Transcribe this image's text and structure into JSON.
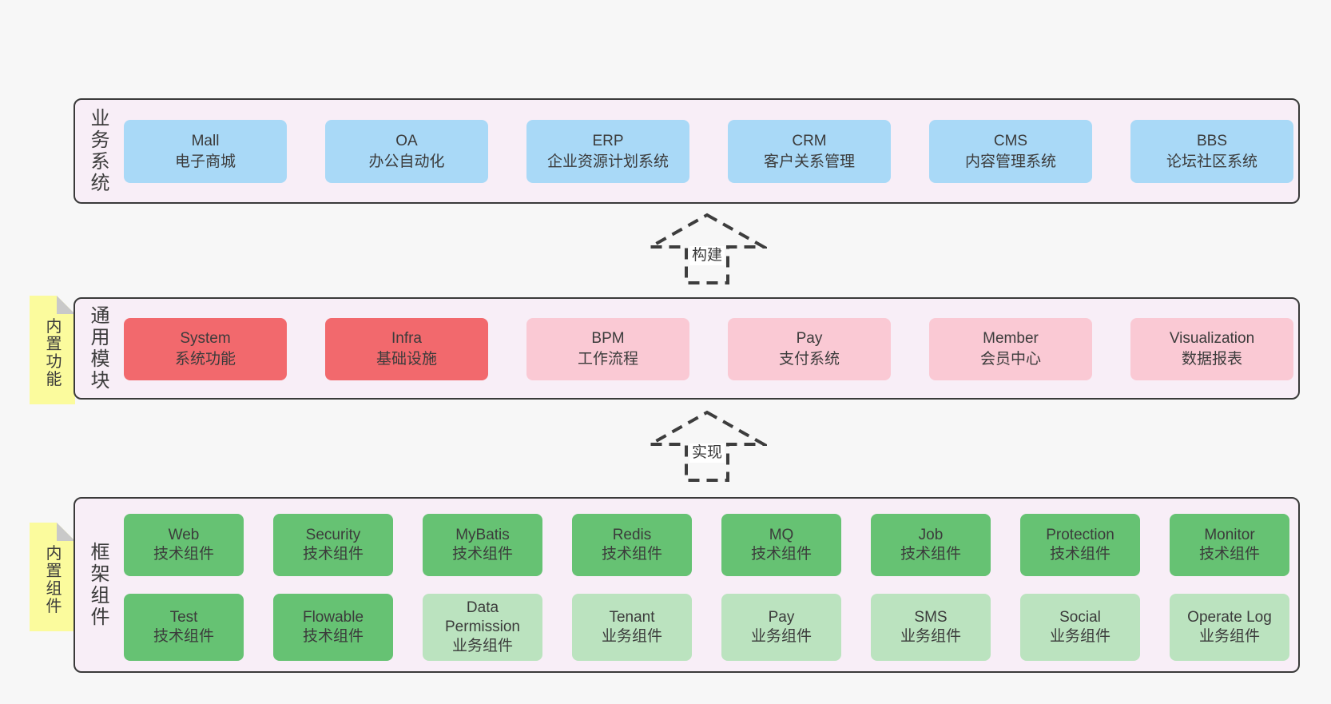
{
  "colors": {
    "background": "#f7f7f7",
    "panel_fill": "#f8eef7",
    "panel_border": "#3a3a3a",
    "blue": "#a9d9f7",
    "red": "#f2696d",
    "pink": "#fac9d4",
    "green": "#66c273",
    "light_green": "#bbe3bf",
    "sticky_yellow": "#fbfb9d",
    "text": "#3b3b3b"
  },
  "stickies": [
    {
      "label": "内置功能"
    },
    {
      "label": "内置组件"
    }
  ],
  "arrows": [
    {
      "label": "构建"
    },
    {
      "label": "实现"
    }
  ],
  "layers": {
    "business": {
      "label": "业务系统",
      "boxes": [
        {
          "en": "Mall",
          "cn": "电子商城",
          "variant": "blue"
        },
        {
          "en": "OA",
          "cn": "办公自动化",
          "variant": "blue"
        },
        {
          "en": "ERP",
          "cn": "企业资源计划系统",
          "variant": "blue"
        },
        {
          "en": "CRM",
          "cn": "客户关系管理",
          "variant": "blue"
        },
        {
          "en": "CMS",
          "cn": "内容管理系统",
          "variant": "blue"
        },
        {
          "en": "BBS",
          "cn": "论坛社区系统",
          "variant": "blue"
        }
      ]
    },
    "modules": {
      "label": "通用模块",
      "boxes": [
        {
          "en": "System",
          "cn": "系统功能",
          "variant": "red"
        },
        {
          "en": "Infra",
          "cn": "基础设施",
          "variant": "red"
        },
        {
          "en": "BPM",
          "cn": "工作流程",
          "variant": "pink"
        },
        {
          "en": "Pay",
          "cn": "支付系统",
          "variant": "pink"
        },
        {
          "en": "Member",
          "cn": "会员中心",
          "variant": "pink"
        },
        {
          "en": "Visualization",
          "cn": "数据报表",
          "variant": "pink"
        }
      ]
    },
    "framework": {
      "label": "框架组件",
      "row1": [
        {
          "en": "Web",
          "cn": "技术组件",
          "variant": "green"
        },
        {
          "en": "Security",
          "cn": "技术组件",
          "variant": "green"
        },
        {
          "en": "MyBatis",
          "cn": "技术组件",
          "variant": "green"
        },
        {
          "en": "Redis",
          "cn": "技术组件",
          "variant": "green"
        },
        {
          "en": "MQ",
          "cn": "技术组件",
          "variant": "green"
        },
        {
          "en": "Job",
          "cn": "技术组件",
          "variant": "green"
        },
        {
          "en": "Protection",
          "cn": "技术组件",
          "variant": "green"
        },
        {
          "en": "Monitor",
          "cn": "技术组件",
          "variant": "green"
        }
      ],
      "row2": [
        {
          "en": "Test",
          "cn": "技术组件",
          "variant": "green"
        },
        {
          "en": "Flowable",
          "cn": "技术组件",
          "variant": "green"
        },
        {
          "en": "Data Permission",
          "cn": "业务组件",
          "variant": "lightgreen"
        },
        {
          "en": "Tenant",
          "cn": "业务组件",
          "variant": "lightgreen"
        },
        {
          "en": "Pay",
          "cn": "业务组件",
          "variant": "lightgreen"
        },
        {
          "en": "SMS",
          "cn": "业务组件",
          "variant": "lightgreen"
        },
        {
          "en": "Social",
          "cn": "业务组件",
          "variant": "lightgreen"
        },
        {
          "en": "Operate Log",
          "cn": "业务组件",
          "variant": "lightgreen"
        }
      ]
    }
  }
}
